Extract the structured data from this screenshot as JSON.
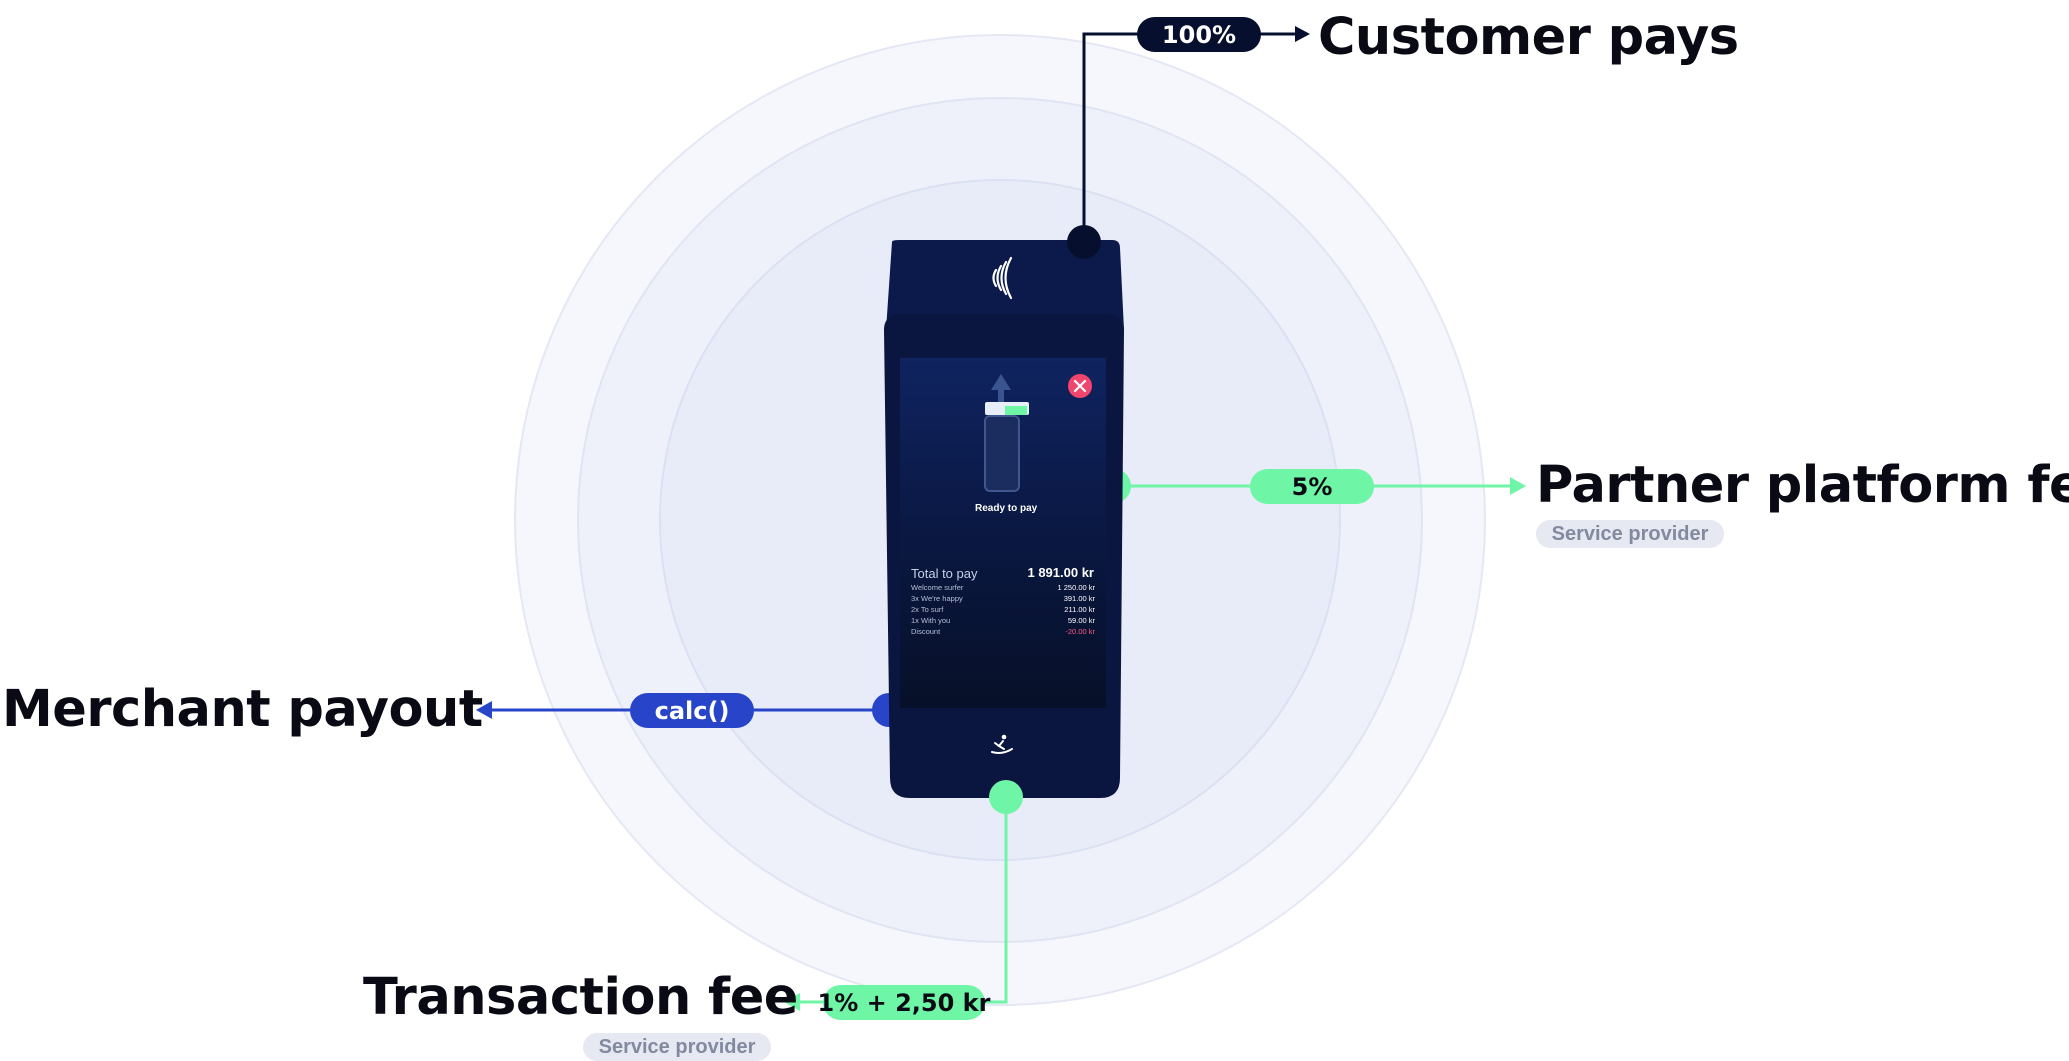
{
  "labels": {
    "customer_pays": "Customer pays",
    "partner_platform_fee": "Partner platform fee",
    "merchant_payout": "Merchant payout",
    "transaction_fee": "Transaction fee"
  },
  "pills": {
    "customer_pays": "100%",
    "partner_platform_fee": "5%",
    "merchant_payout": "calc()",
    "transaction_fee": "1% + 2,50 kr"
  },
  "tags": {
    "partner_platform_fee": "Service provider",
    "transaction_fee": "Service provider"
  },
  "terminal": {
    "status": "Ready to pay",
    "total_label": "Total to pay",
    "total_value": "1 891.00 kr",
    "items": [
      {
        "name": "Welcome surfer",
        "value": "1 250.00 kr"
      },
      {
        "name": "3x We're happy",
        "value": "391.00 kr"
      },
      {
        "name": "2x To surf",
        "value": "211.00 kr"
      },
      {
        "name": "1x With you",
        "value": "59.00 kr"
      },
      {
        "name": "Discount",
        "value": "-20.00 kr"
      }
    ]
  },
  "colors": {
    "dark_navy": "#06102e",
    "green": "#6ef5a6",
    "blue": "#2845c9",
    "discount_red": "#ff5a7a",
    "close_button": "#f0466e"
  },
  "icons": [
    "contactless-icon",
    "close-icon",
    "phone-icon",
    "arrow-up-icon",
    "surfer-icon"
  ]
}
